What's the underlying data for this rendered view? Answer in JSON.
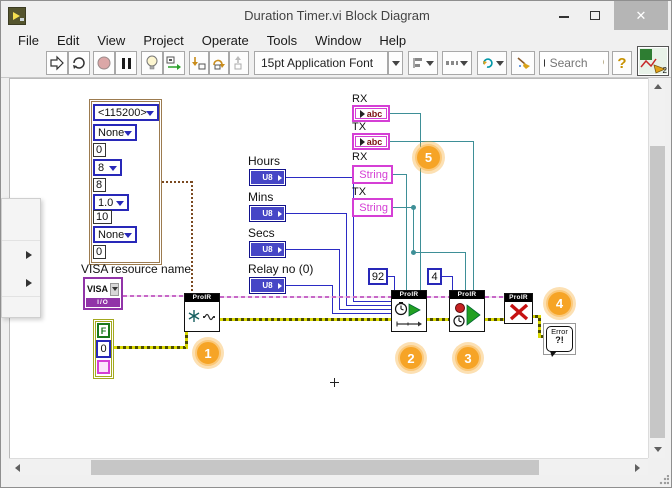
{
  "window": {
    "title": "Duration Timer.vi Block Diagram",
    "icons": {
      "close": "✕"
    }
  },
  "menu": {
    "items": [
      "File",
      "Edit",
      "View",
      "Project",
      "Operate",
      "Tools",
      "Window",
      "Help"
    ]
  },
  "toolbar": {
    "font_label": "15pt Application Font",
    "search_placeholder": "Search",
    "help_glyph": "?",
    "vi_badge": "2"
  },
  "diagram": {
    "cluster": {
      "items": [
        {
          "v": "<115200>"
        },
        {
          "v": "None"
        },
        {
          "v": "0"
        },
        {
          "v": "8"
        },
        {
          "v": "8"
        },
        {
          "v": "1.0"
        },
        {
          "v": "10"
        },
        {
          "v": "None"
        },
        {
          "v": "0"
        }
      ]
    },
    "visa": {
      "label": "VISA resource name",
      "text": "VISA",
      "io": "I/O"
    },
    "error_in": {
      "bool": "F",
      "code": "0"
    },
    "u8_type": "U8",
    "controls": [
      {
        "label": "Hours"
      },
      {
        "label": "Mins"
      },
      {
        "label": "Secs"
      },
      {
        "label": "Relay no (0)"
      }
    ],
    "serial": {
      "rx": "RX",
      "tx": "TX",
      "abc": "abc",
      "string": "String"
    },
    "constants": {
      "c92": "92",
      "c4": "4"
    },
    "node_header": "ProIR",
    "error_node": {
      "line1": "Error",
      "line2": "?!"
    },
    "badges": [
      "1",
      "2",
      "3",
      "4",
      "5"
    ],
    "colors": {
      "badge_orange": "#F6A426",
      "labview_blue": "#2A2AB8",
      "visa_purple": "#9134A8",
      "string_pink": "#D53FD5",
      "reference_teal": "#3E8F97",
      "error_olive": "#B8B800",
      "cluster_brown": "#7B4A21"
    }
  }
}
